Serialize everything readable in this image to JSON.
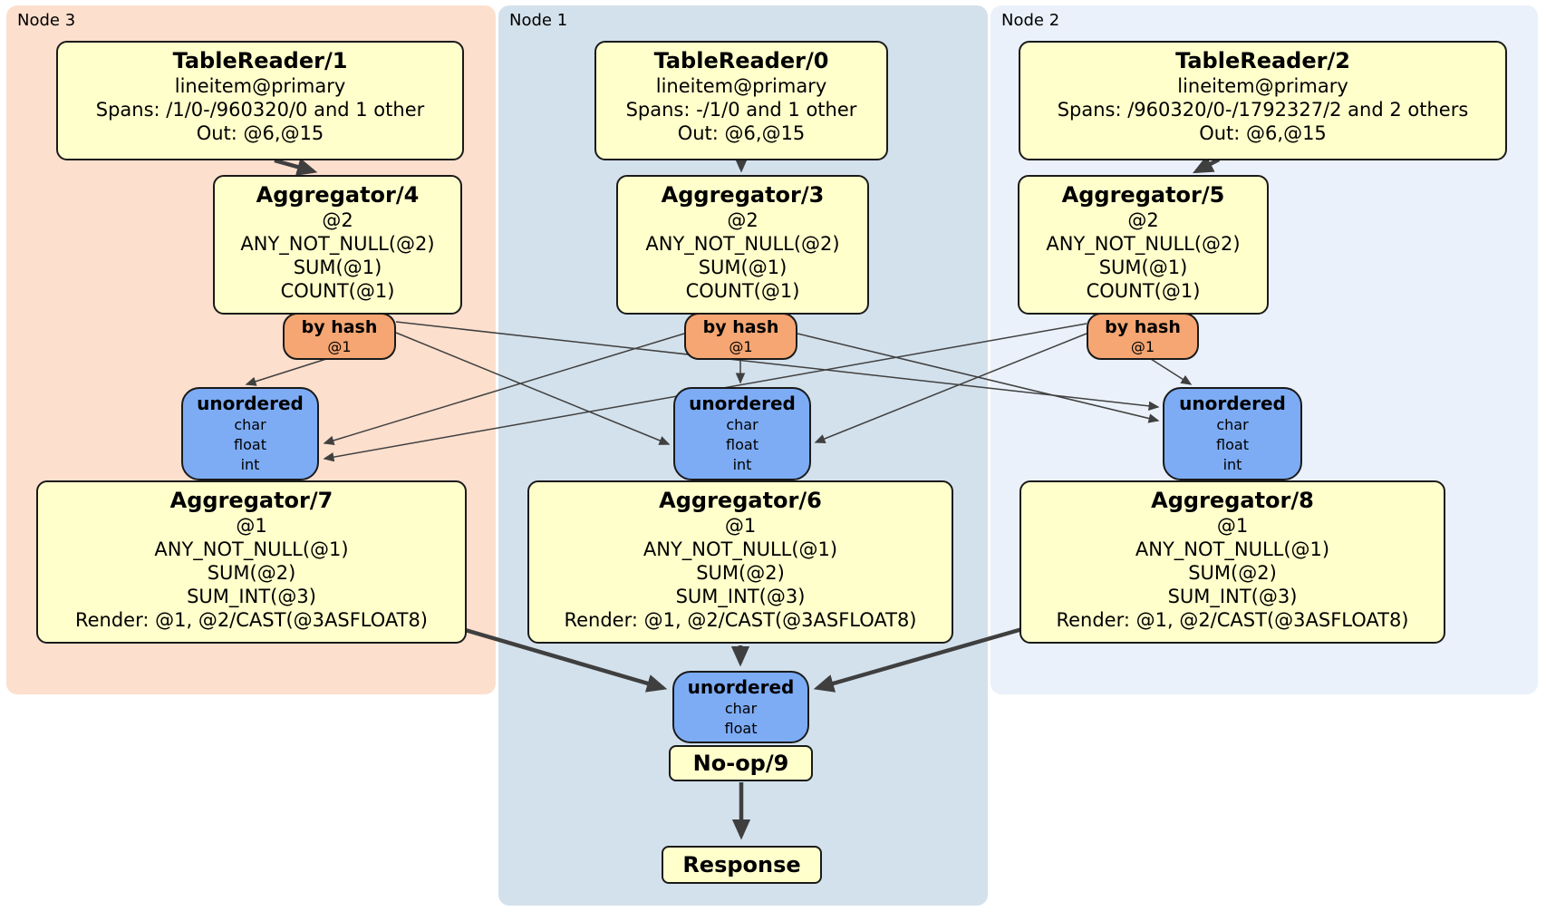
{
  "regions": [
    {
      "id": "node3",
      "label": "Node 3",
      "color": "#fcdfcd"
    },
    {
      "id": "node1",
      "label": "Node 1",
      "color": "#d3e1ec"
    },
    {
      "id": "node2",
      "label": "Node 2",
      "color": "#eaf1fa"
    }
  ],
  "colors": {
    "processor_fill": "#ffffcc",
    "router_fill": "#f5a673",
    "sync_fill": "#7dacf5",
    "edge": "#404040",
    "border": "#1a1a1a"
  },
  "processors": {
    "tr1": {
      "title": "TableReader/1",
      "lines": [
        "lineitem@primary",
        "Spans: /1/0-/960320/0 and 1 other",
        "Out: @6,@15"
      ]
    },
    "tr0": {
      "title": "TableReader/0",
      "lines": [
        "lineitem@primary",
        "Spans: -/1/0 and 1 other",
        "Out: @6,@15"
      ]
    },
    "tr2": {
      "title": "TableReader/2",
      "lines": [
        "lineitem@primary",
        "Spans: /960320/0-/1792327/2 and 2 others",
        "Out: @6,@15"
      ]
    },
    "agg4": {
      "title": "Aggregator/4",
      "lines": [
        "@2",
        "ANY_NOT_NULL(@2)",
        "SUM(@1)",
        "COUNT(@1)"
      ]
    },
    "agg3": {
      "title": "Aggregator/3",
      "lines": [
        "@2",
        "ANY_NOT_NULL(@2)",
        "SUM(@1)",
        "COUNT(@1)"
      ]
    },
    "agg5": {
      "title": "Aggregator/5",
      "lines": [
        "@2",
        "ANY_NOT_NULL(@2)",
        "SUM(@1)",
        "COUNT(@1)"
      ]
    },
    "agg7": {
      "title": "Aggregator/7",
      "lines": [
        "@1",
        "ANY_NOT_NULL(@1)",
        "SUM(@2)",
        "SUM_INT(@3)",
        "Render: @1, @2/CAST(@3ASFLOAT8)"
      ]
    },
    "agg6": {
      "title": "Aggregator/6",
      "lines": [
        "@1",
        "ANY_NOT_NULL(@1)",
        "SUM(@2)",
        "SUM_INT(@3)",
        "Render: @1, @2/CAST(@3ASFLOAT8)"
      ]
    },
    "agg8": {
      "title": "Aggregator/8",
      "lines": [
        "@1",
        "ANY_NOT_NULL(@1)",
        "SUM(@2)",
        "SUM_INT(@3)",
        "Render: @1, @2/CAST(@3ASFLOAT8)"
      ]
    },
    "noop": {
      "title": "No-op/9"
    },
    "response": {
      "title": "Response"
    }
  },
  "routers": {
    "hash3": {
      "title": "by hash",
      "lines": [
        "@1"
      ]
    },
    "hash1": {
      "title": "by hash",
      "lines": [
        "@1"
      ]
    },
    "hash2": {
      "title": "by hash",
      "lines": [
        "@1"
      ]
    }
  },
  "syncs": {
    "sync3": {
      "title": "unordered",
      "lines": [
        "char",
        "float",
        "int"
      ]
    },
    "sync1": {
      "title": "unordered",
      "lines": [
        "char",
        "float",
        "int"
      ]
    },
    "sync2": {
      "title": "unordered",
      "lines": [
        "char",
        "float",
        "int"
      ]
    },
    "syncFinal": {
      "title": "unordered",
      "lines": [
        "char",
        "float"
      ]
    }
  }
}
